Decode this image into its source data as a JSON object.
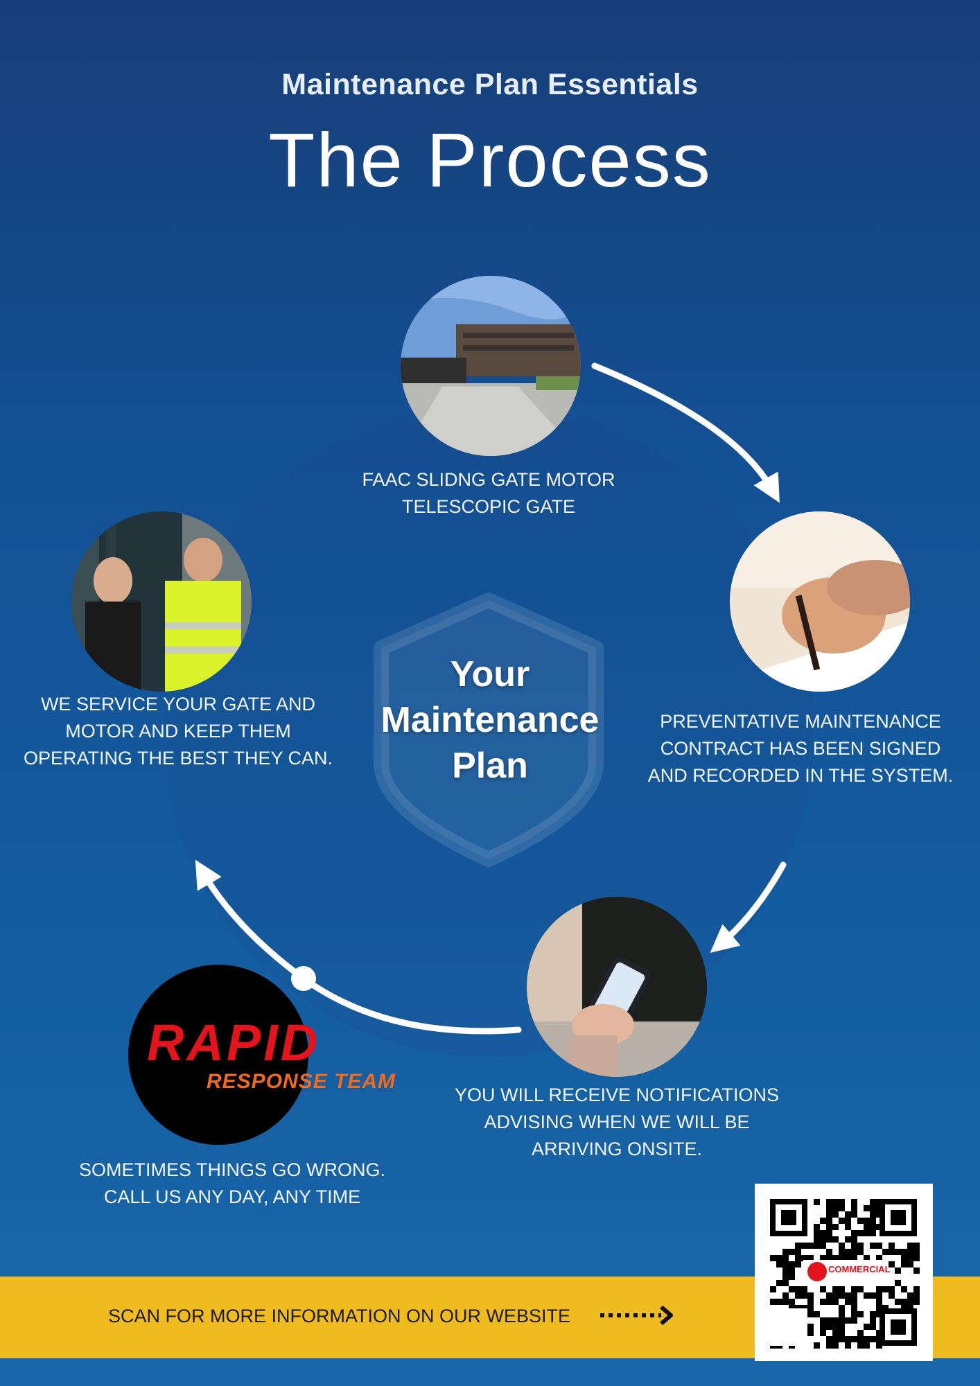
{
  "header": {
    "subtitle": "Maintenance Plan Essentials",
    "title": "The Process"
  },
  "center": {
    "line1": "Your",
    "line2": "Maintenance",
    "line3": "Plan"
  },
  "steps": {
    "gate": {
      "line1": "FAAC SLIDNG GATE MOTOR",
      "line2": "TELESCOPIC GATE"
    },
    "contract": {
      "line1": "PREVENTATIVE MAINTENANCE",
      "line2": "CONTRACT HAS BEEN SIGNED",
      "line3": "AND RECORDED IN THE SYSTEM."
    },
    "notify": {
      "line1": "YOU WILL RECEIVE NOTIFICATIONS",
      "line2": "ADVISING WHEN WE WILL BE",
      "line3": "ARRIVING ONSITE."
    },
    "rapid": {
      "line1": "SOMETIMES THINGS GO WRONG.",
      "line2": "CALL US ANY DAY, ANY TIME"
    },
    "service": {
      "line1": "WE SERVICE YOUR GATE AND",
      "line2": "MOTOR AND KEEP THEM",
      "line3": "OPERATING THE BEST THEY CAN."
    }
  },
  "logo": {
    "word": "RAPID",
    "sub": "RESPONSE TEAM",
    "red": "#e3141c",
    "orange": "#f26a1b"
  },
  "banner": {
    "text": "SCAN FOR MORE INFORMATION ON OUR WEBSITE",
    "color": "#f0bb1e"
  },
  "qr": {
    "brand": "COMMERCIAL"
  },
  "icons": {
    "arrow": "dotted-arrow-right-icon",
    "shield": "shield-icon"
  }
}
